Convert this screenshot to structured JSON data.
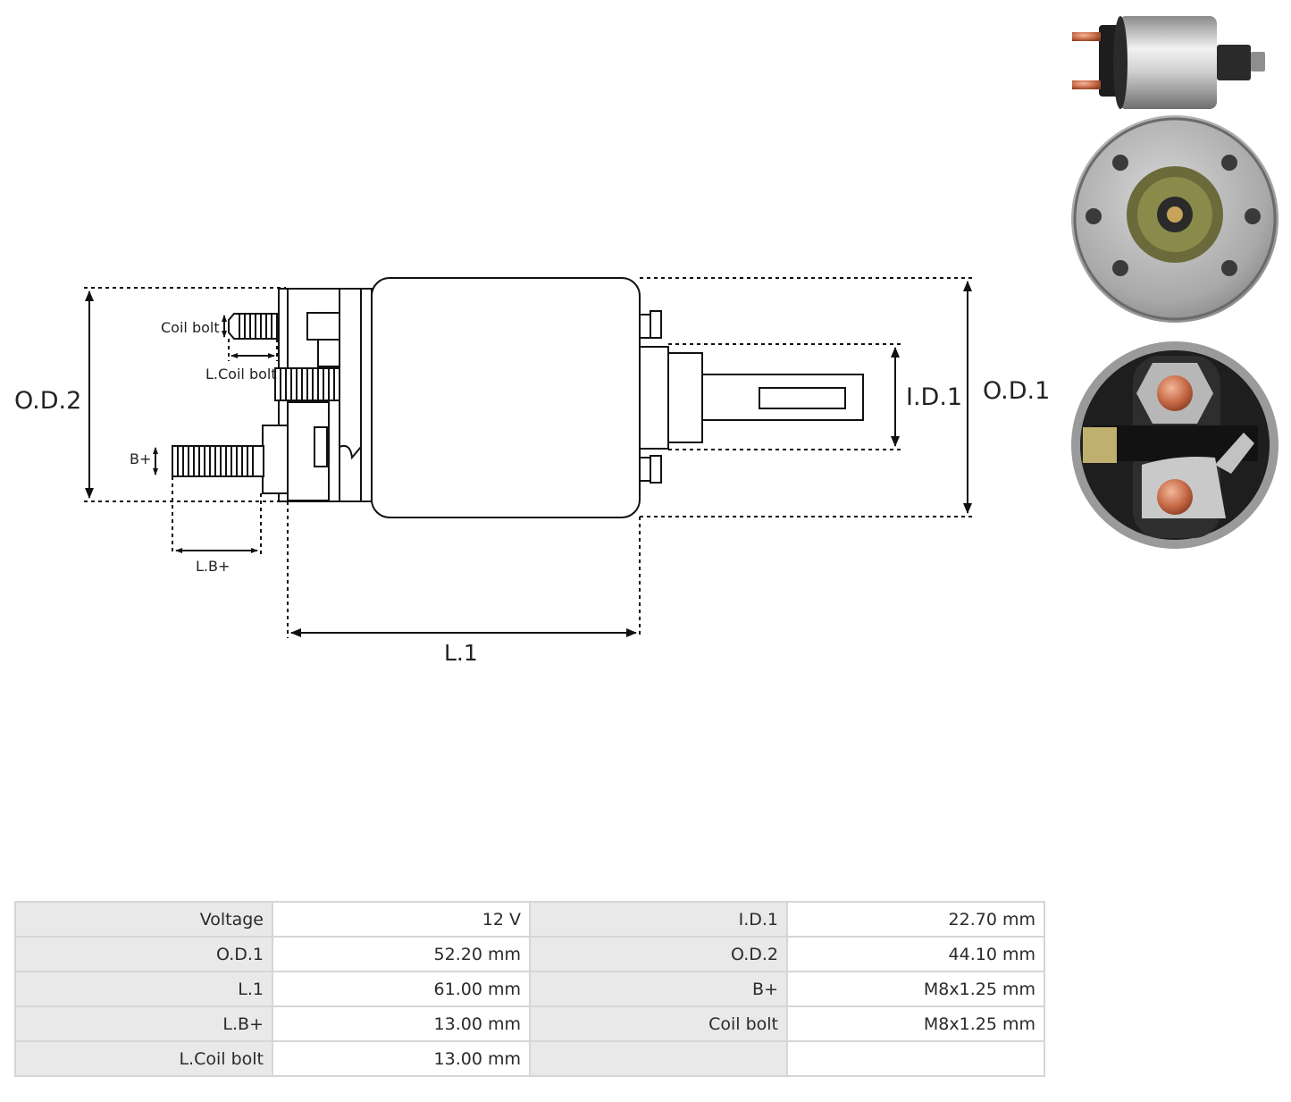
{
  "diagram": {
    "dimension_labels": {
      "od2": "O.D.2",
      "od1": "O.D.1",
      "id1": "I.D.1",
      "l1": "L.1",
      "coil_bolt": "Coil bolt",
      "l_coil_bolt": "L.Coil bolt",
      "b_plus": "B+",
      "l_b_plus": "L.B+"
    }
  },
  "specs": {
    "rows": [
      [
        {
          "label": "Voltage",
          "value": "12 V"
        },
        {
          "label": "I.D.1",
          "value": "22.70 mm"
        }
      ],
      [
        {
          "label": "O.D.1",
          "value": "52.20 mm"
        },
        {
          "label": "O.D.2",
          "value": "44.10 mm"
        }
      ],
      [
        {
          "label": "L.1",
          "value": "61.00 mm"
        },
        {
          "label": "B+",
          "value": "M8x1.25 mm"
        }
      ],
      [
        {
          "label": "L.B+",
          "value": "13.00 mm"
        },
        {
          "label": "Coil bolt",
          "value": "M8x1.25 mm"
        }
      ],
      [
        {
          "label": "L.Coil bolt",
          "value": "13.00 mm"
        },
        {
          "label": "",
          "value": ""
        }
      ]
    ]
  }
}
